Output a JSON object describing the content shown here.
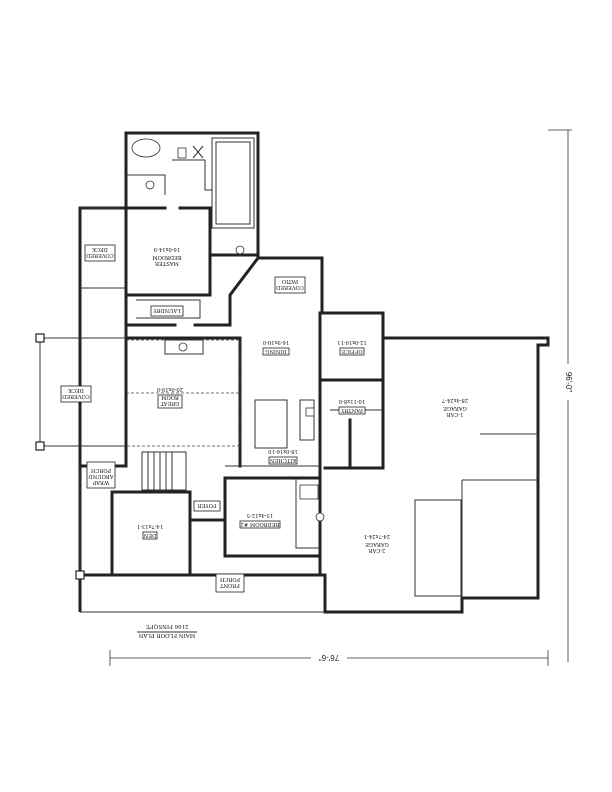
{
  "rooms": {
    "covered_deck_upper": {
      "name": "COVERED\nDECK"
    },
    "master_bedroom": {
      "name": "MASTER\nBEDROOM",
      "size": "16-0x14-9"
    },
    "laundry": {
      "name": "LAUNDRY"
    },
    "covered_patio": {
      "name": "COVERED\nPATIO"
    },
    "dining": {
      "name": "DINING",
      "size": "16-9x10-0"
    },
    "office": {
      "name": "OFFICE",
      "size": "12-0x10-11"
    },
    "pantry": {
      "name": "PANTRY",
      "size": "10-11x8-0"
    },
    "garage_1car": {
      "name": "1-CAR\nGARAGE",
      "size": "28-4x24-7"
    },
    "covered_deck_left": {
      "name": "COVERED\nDECK"
    },
    "great_room": {
      "name": "GREAT\nROOM",
      "size": "20-0x19-0"
    },
    "kitchen": {
      "name": "KITCHEN",
      "size": "18-0x16-10"
    },
    "wrap_porch": {
      "name": "WRAP\nAROUND\nPORCH"
    },
    "den": {
      "name": "DEN",
      "size": "14-7x13-1"
    },
    "foyer": {
      "name": "FOYER"
    },
    "bedroom2": {
      "name": "BEDROOM #2",
      "size": "15-4x12-5"
    },
    "garage_2car": {
      "name": "2-CAR\nGARAGE",
      "size": "24-7x24-1"
    },
    "front_porch": {
      "name": "FRONT\nPORCH"
    }
  },
  "dimensions": {
    "width": "76'-6\"",
    "depth": "96'-0\""
  },
  "title": {
    "line1": "MAIN FLOOR PLAN",
    "line2": "2166 FINSQFT."
  }
}
